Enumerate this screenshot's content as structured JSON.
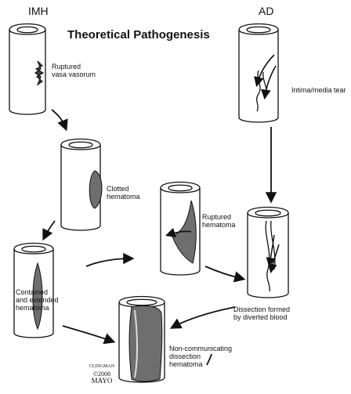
{
  "header": {
    "left": "IMH",
    "right": "AD",
    "title": "Theoretical Pathogenesis"
  },
  "labels": {
    "ruptured_vasa": "Ruptured\nvasa vasorum",
    "intima_tear": "Intima/media tear",
    "clotted": "Clotted\nhematoma",
    "ruptured_hematoma": "Ruptured\nhematoma",
    "contained": "Contained\nand extended\nhematoma",
    "dissection_formed": "Dissection formed\nby diverted blood",
    "non_communicating": "Non-communicating\ndissection\nhematoma"
  },
  "credit": {
    "line1": "CLINGMAN",
    "line2": "©2008",
    "line3": "MAYO"
  },
  "colors": {
    "hematoma": "#6e6e6e",
    "outline": "#111111"
  }
}
